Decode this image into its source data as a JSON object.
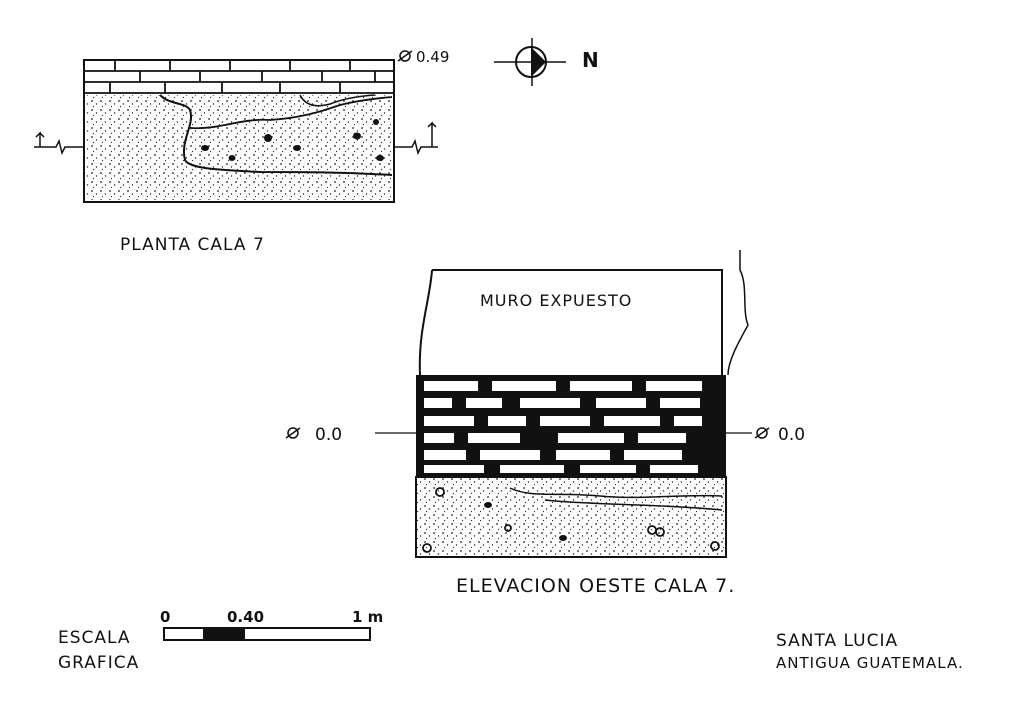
{
  "labels": {
    "planta_title": "PLANTA CALA 7",
    "elevation_title": "ELEVACION OESTE CALA 7.",
    "wall_label": "MURO EXPUESTO",
    "plan_level": "0.49",
    "elev_level_left": "0.0",
    "elev_level_right": "0.0",
    "north": "N"
  },
  "scale": {
    "title_line1": "ESCALA",
    "title_line2": "GRAFICA",
    "tick_0": "0",
    "tick_040": "0.40",
    "tick_1m": "1 m"
  },
  "location": {
    "line1": "SANTA LUCIA",
    "line2": "ANTIGUA GUATEMALA."
  },
  "colors": {
    "ink": "#111111",
    "paper": "#ffffff"
  }
}
